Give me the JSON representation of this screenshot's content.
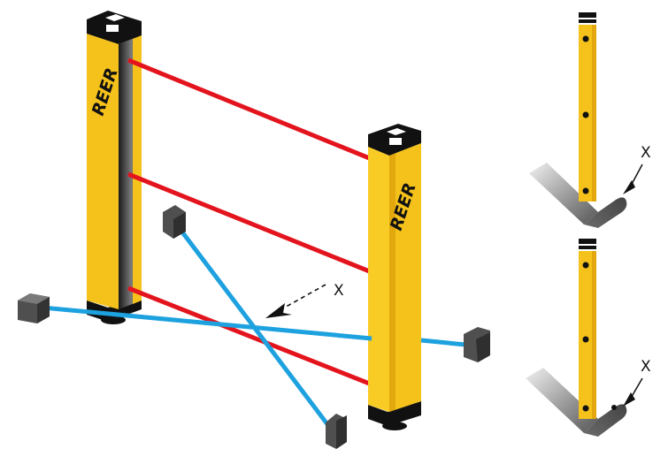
{
  "brand": {
    "logo_text": "REER"
  },
  "labels": {
    "main_x": "X",
    "detail_top_x": "X",
    "detail_bottom_x": "X"
  },
  "colors": {
    "column_yellow": "#F5C21B",
    "column_shade": "#E2A80E",
    "beam_red": "#E3141D",
    "beam_blue": "#1DA1DF",
    "cap_black": "#111111",
    "mirror_grey": "#4F4F4F"
  }
}
